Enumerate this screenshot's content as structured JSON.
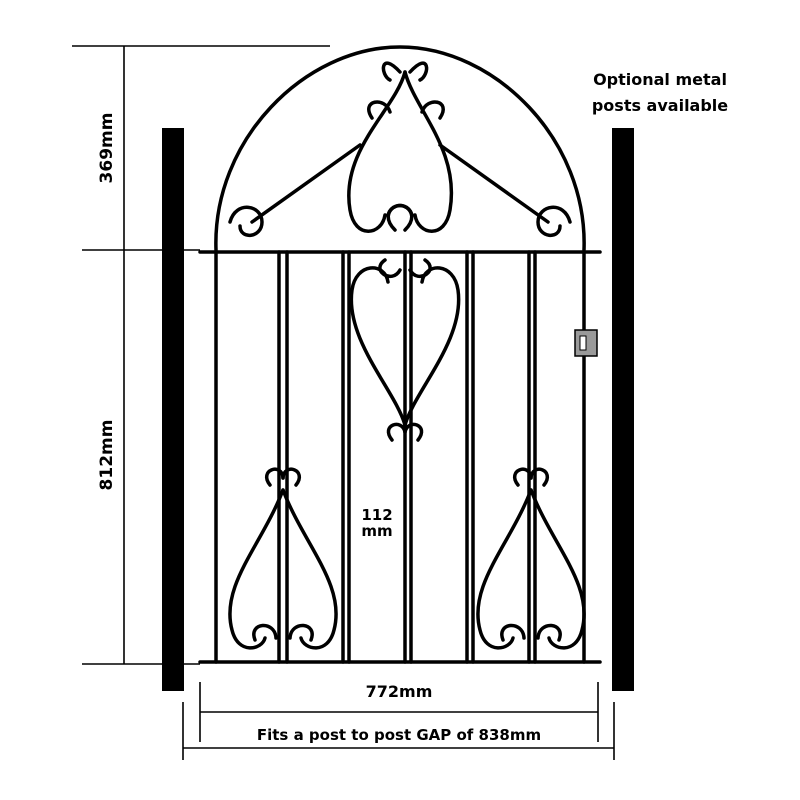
{
  "labels": {
    "arch_height": "369mm",
    "body_height": "812mm",
    "bar_gap_num": "112",
    "bar_gap_unit": "mm",
    "gate_width": "772mm",
    "post_gap": "Fits a post to post GAP of 838mm"
  },
  "note": {
    "line1": "Optional metal",
    "line2": "posts available"
  },
  "colors": {
    "ink": "#000000",
    "latch": "#9a9a9a"
  }
}
